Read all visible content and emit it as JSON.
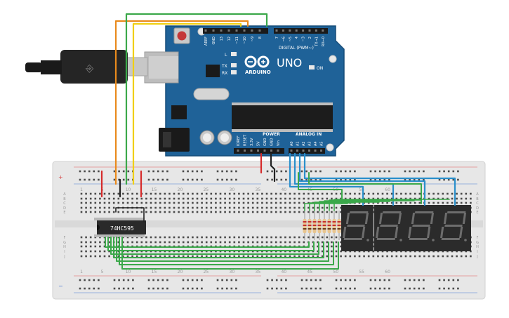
{
  "arduino": {
    "brand": "ARDUINO",
    "model": "UNO",
    "digital_label": "DIGITAL (PWM~)",
    "power_label": "POWER",
    "analog_label": "ANALOG IN",
    "on_label": "ON",
    "led_l": "L",
    "led_tx": "TX",
    "led_rx": "RX",
    "digital_pins": [
      "AREF",
      "GND",
      "13",
      "12",
      "~11",
      "~10",
      "~9",
      "8",
      "7",
      "~6",
      "~5",
      "4",
      "~3",
      "2",
      "TX→1",
      "RX←0"
    ],
    "power_pins": [
      "IOREF",
      "RESET",
      "3.3V",
      "5V",
      "GND",
      "GND",
      "Vin"
    ],
    "analog_pins": [
      "A0",
      "A1",
      "A2",
      "A3",
      "A4",
      "A5"
    ]
  },
  "chip": {
    "label": "74HC595"
  },
  "breadboard": {
    "col_numbers": [
      "1",
      "5",
      "10",
      "15",
      "20",
      "25",
      "30",
      "35",
      "40",
      "45",
      "50",
      "55",
      "60"
    ],
    "row_letters_top": [
      "A",
      "B",
      "C",
      "D",
      "E"
    ],
    "row_letters_bottom": [
      "F",
      "G",
      "H",
      "I",
      "J"
    ],
    "plus": "+",
    "minus": "−"
  },
  "colors": {
    "board": "#1d5f95",
    "breadboard": "#e6e6e6",
    "wire_orange": "#e98a1c",
    "wire_yellow": "#f0cf12",
    "wire_green": "#3ba84a",
    "wire_blue": "#2a8fcb",
    "wire_red": "#d62b2b",
    "wire_black": "#222222",
    "display": "#2b2b2b",
    "segment": "#6d6d6d"
  }
}
